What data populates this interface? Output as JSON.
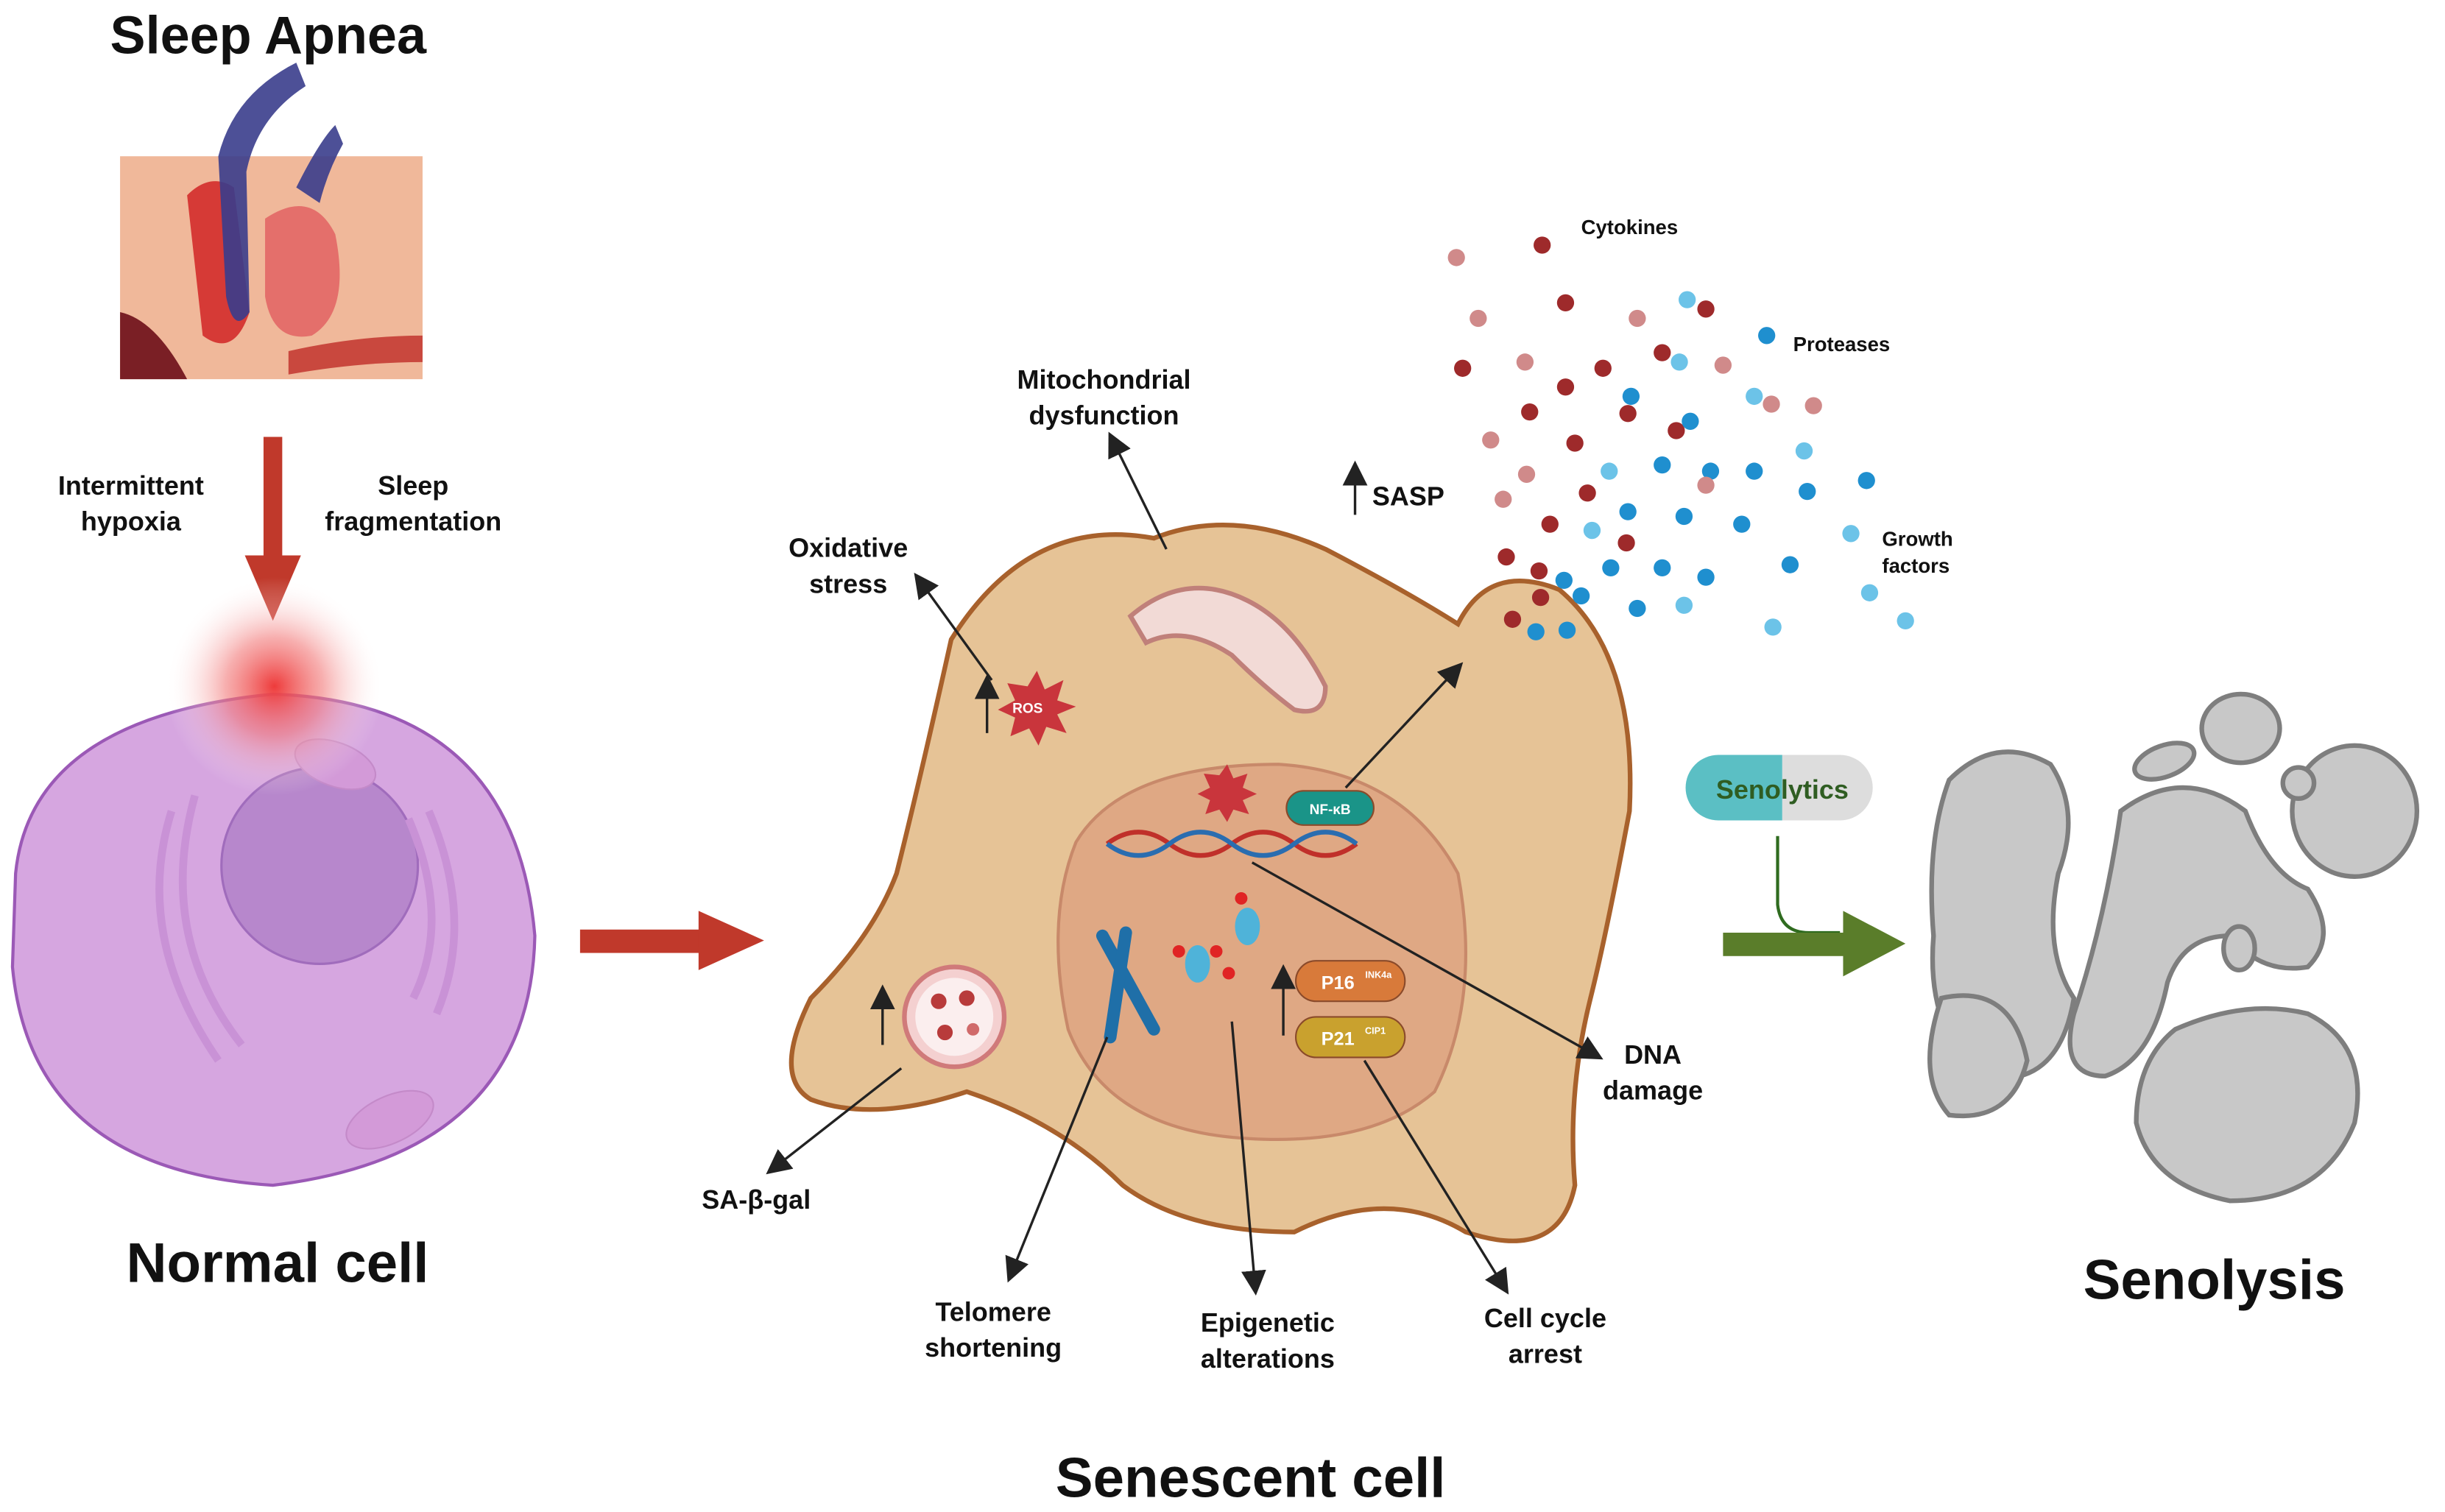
{
  "figure": {
    "sleep_apnea": {
      "title": "Sleep Apnea",
      "causes": [
        "Intermittent hypoxia",
        "Sleep fragmentation"
      ],
      "cause_left_lines": [
        "Intermittent",
        "hypoxia"
      ],
      "cause_right_lines": [
        "Sleep",
        "fragmentation"
      ]
    },
    "normal_cell": {
      "title": "Normal cell"
    },
    "senescent_cell": {
      "title": "Senescent cell",
      "labels": {
        "mitochondrial": [
          "Mitochondrial",
          "dysfunction"
        ],
        "oxidative": [
          "Oxidative",
          "stress"
        ],
        "sasp": "SASP",
        "dna_damage": [
          "DNA",
          "damage"
        ],
        "sa_beta_gal": "SA-β-gal",
        "telomere": [
          "Telomere",
          "shortening"
        ],
        "epigenetic": [
          "Epigenetic",
          "alterations"
        ],
        "cell_cycle": [
          "Cell cycle",
          "arrest"
        ]
      },
      "markers": {
        "ros": "ROS",
        "nfkb": "NF-κB",
        "p16": "P16",
        "p16_sup": "INK4a",
        "p21": "P21",
        "p21_sup": "CIP1"
      },
      "sasp_factors": [
        "Cytokines",
        "Proteases",
        "Growth factors"
      ],
      "growth_lines": [
        "Growth",
        "factors"
      ]
    },
    "senolysis": {
      "drug": "Senolytics",
      "title": "Senolysis"
    },
    "colors": {
      "arrow_red": "#c0392b",
      "arrow_green": "#5a7d2a",
      "normal_cell": "#d6a6e0",
      "normal_nucleus": "#b787cc",
      "senescent_cell": "#e6c396",
      "senescent_nucleus": "#dfa884",
      "cell_outline": "#a8612c",
      "cytokine_dark": "#9e2a2b",
      "cytokine_light": "#d08a8a",
      "protease": "#1f8fcf",
      "growth_factor": "#6cc3e8",
      "nfkb": "#1a9488",
      "p16": "#d87a3a",
      "p21": "#c9a12e",
      "dead_cell": "#c8c8c8"
    }
  }
}
